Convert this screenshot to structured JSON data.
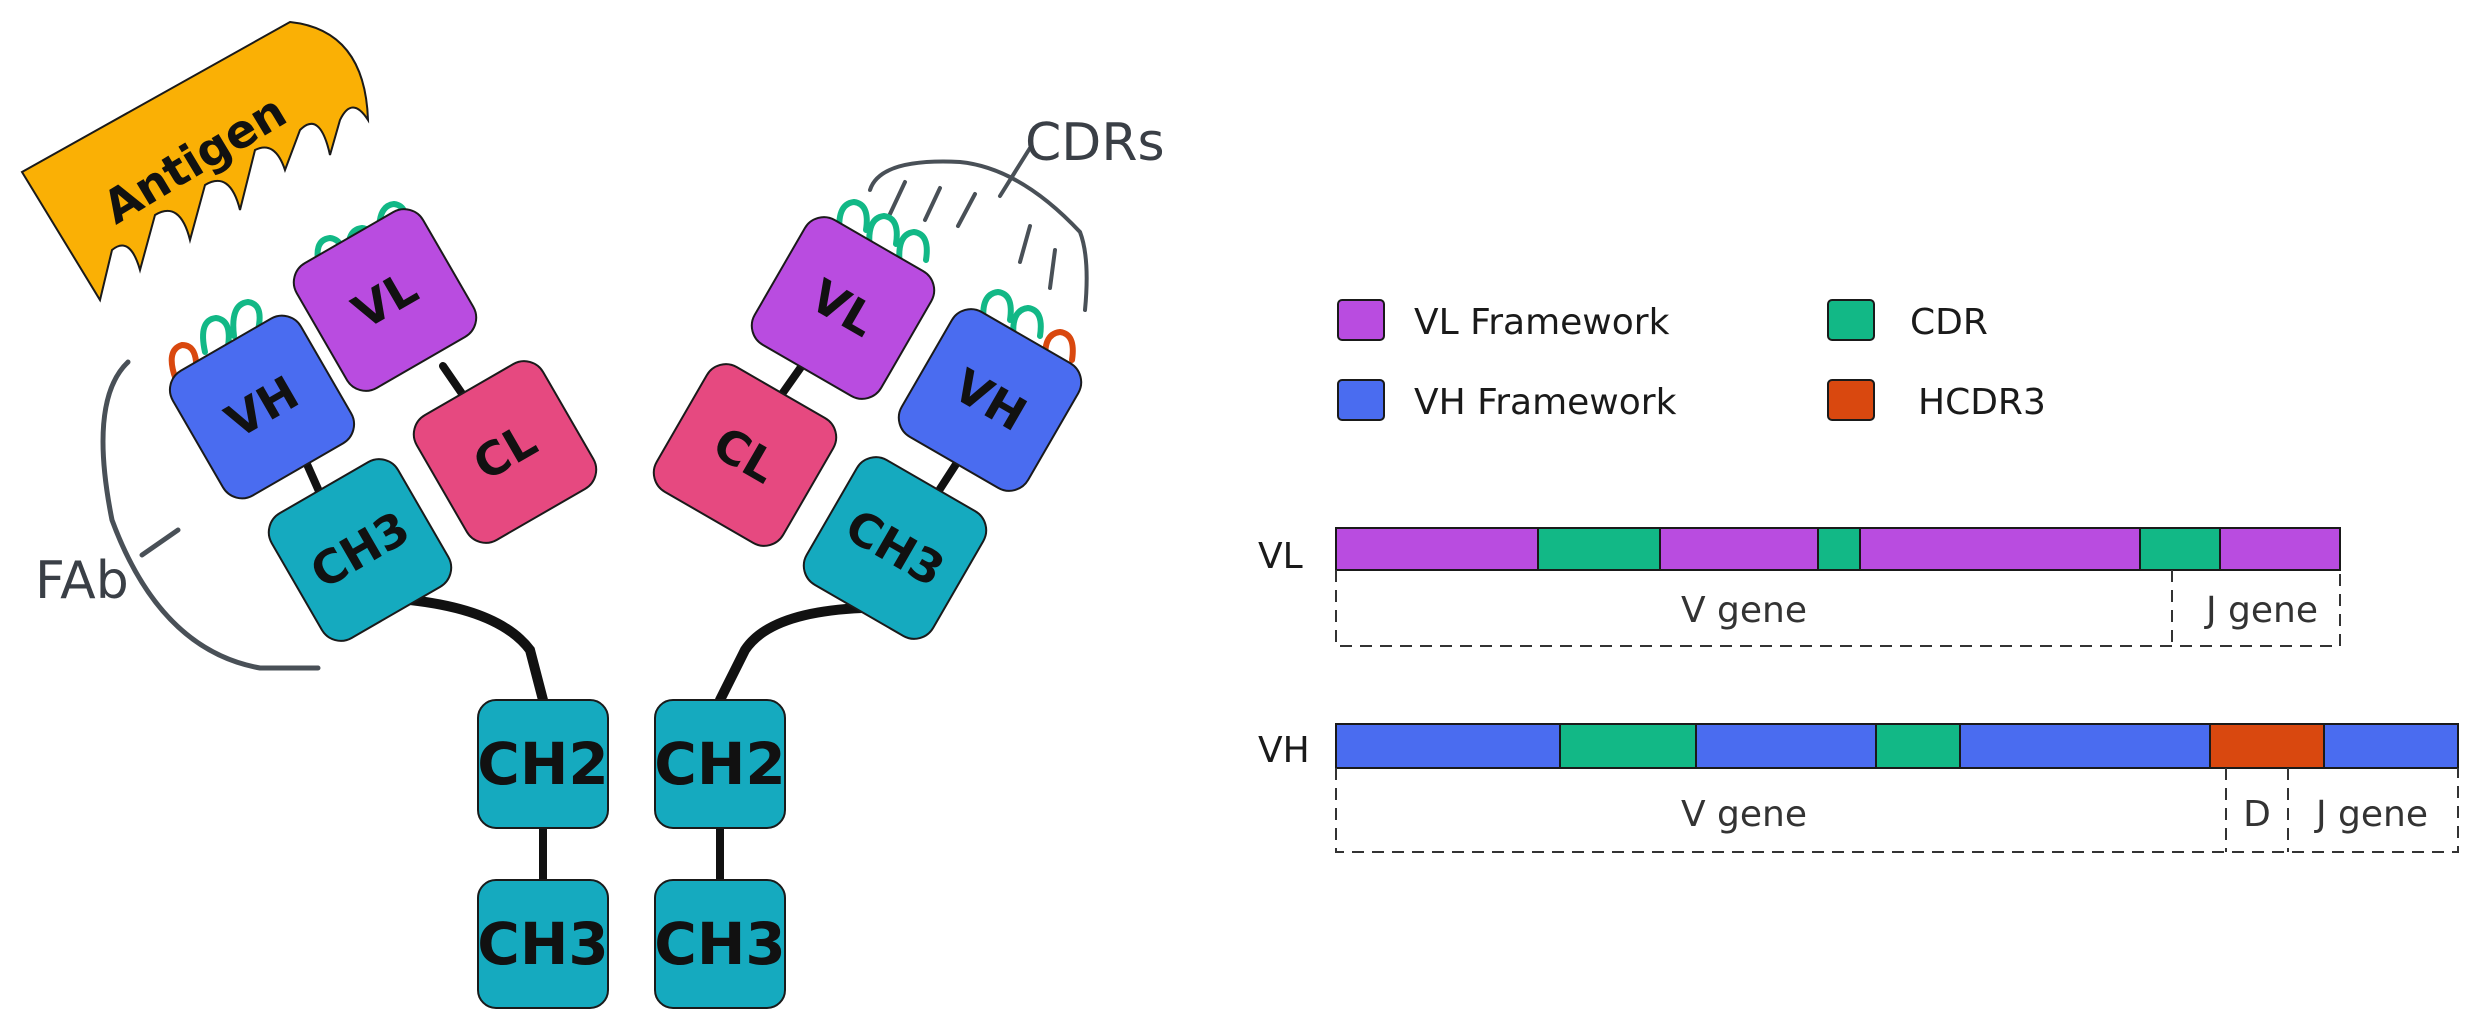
{
  "colors": {
    "vl_framework": "#b94ce0",
    "vh_framework": "#4a6cf0",
    "cdr": "#12b886",
    "hcdr3": "#d9480f",
    "constant_light": "#e64980",
    "constant_heavy": "#15aabf",
    "antigen": "#fab005",
    "bracket": "#495057",
    "outline": "#1a1a1a"
  },
  "antibody": {
    "antigen_label": "Antigen",
    "fab_label": "FAb",
    "cdrs_label": "CDRs",
    "left_arm": {
      "vh": "VH",
      "vl": "VL",
      "cl": "CL",
      "ch": "CH3"
    },
    "right_arm": {
      "vh": "VH",
      "vl": "VL",
      "cl": "CL",
      "ch": "CH3"
    },
    "stem_left": {
      "upper": "CH2",
      "lower": "CH3"
    },
    "stem_right": {
      "upper": "CH2",
      "lower": "CH3"
    }
  },
  "legend": {
    "items": [
      {
        "label": "VL Framework",
        "color_key": "vl_framework"
      },
      {
        "label": "CDR",
        "color_key": "cdr"
      },
      {
        "label": "VH Framework",
        "color_key": "vh_framework"
      },
      {
        "label": "HCDR3",
        "color_key": "hcdr3"
      }
    ]
  },
  "chains": {
    "vl": {
      "label": "VL",
      "segments": [
        "framework",
        "cdr",
        "framework",
        "cdr",
        "framework",
        "cdr",
        "framework"
      ],
      "genes": [
        "V gene",
        "J gene"
      ]
    },
    "vh": {
      "label": "VH",
      "segments": [
        "framework",
        "cdr",
        "framework",
        "cdr",
        "framework",
        "hcdr3",
        "framework"
      ],
      "genes": [
        "V gene",
        "D",
        "J gene"
      ]
    }
  }
}
